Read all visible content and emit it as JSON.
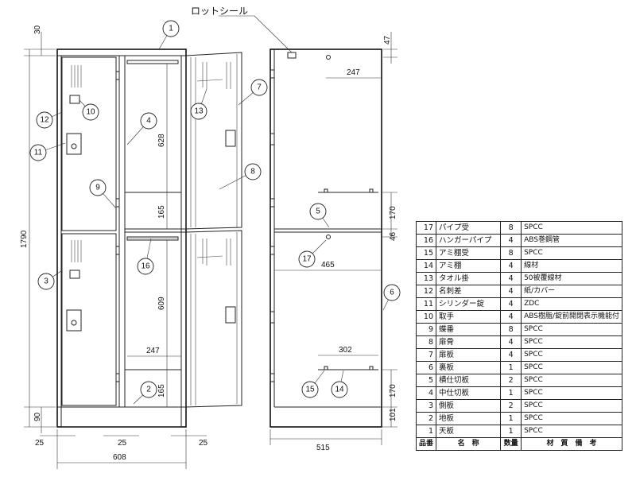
{
  "labels": {
    "lot_seal": "ロットシール"
  },
  "dimensions": {
    "top_30": "30",
    "total_height": "1790",
    "bottom_90": "90",
    "left_25": "25",
    "mid_25": "25",
    "right_25": "25",
    "width_608": "608",
    "d628": "628",
    "d165_upper": "165",
    "d609": "609",
    "d247_front": "247",
    "d165_lower": "165",
    "top_47": "47",
    "d247_side": "247",
    "d170_upper": "170",
    "d46": "46",
    "d465": "465",
    "d302": "302",
    "d170_lower": "170",
    "d101": "101",
    "depth_515": "515"
  },
  "callouts": [
    "1",
    "4",
    "7",
    "10",
    "12",
    "11",
    "9",
    "13",
    "8",
    "3",
    "16",
    "2",
    "5",
    "17",
    "6",
    "15",
    "14"
  ],
  "parts_table": {
    "header": {
      "no": "品番",
      "name": "名　称",
      "qty": "数量",
      "material": "材　質　備　考"
    },
    "rows": [
      {
        "no": "17",
        "name": "パイプ受",
        "qty": "8",
        "material": "SPCC"
      },
      {
        "no": "16",
        "name": "ハンガーパイプ",
        "qty": "4",
        "material": "ABS巻鋼管"
      },
      {
        "no": "15",
        "name": "アミ棚受",
        "qty": "8",
        "material": "SPCC"
      },
      {
        "no": "14",
        "name": "アミ棚",
        "qty": "4",
        "material": "線材"
      },
      {
        "no": "13",
        "name": "タオル掛",
        "qty": "4",
        "material": "50被覆線材"
      },
      {
        "no": "12",
        "name": "名刺差",
        "qty": "4",
        "material": "紙/カバー"
      },
      {
        "no": "11",
        "name": "シリンダー錠",
        "qty": "4",
        "material": "ZDC"
      },
      {
        "no": "10",
        "name": "取手",
        "qty": "4",
        "material": "ABS樹脂/錠前開閉表示機能付"
      },
      {
        "no": "9",
        "name": "蝶番",
        "qty": "8",
        "material": "SPCC"
      },
      {
        "no": "8",
        "name": "扉骨",
        "qty": "4",
        "material": "SPCC"
      },
      {
        "no": "7",
        "name": "扉板",
        "qty": "4",
        "material": "SPCC"
      },
      {
        "no": "6",
        "name": "裏板",
        "qty": "1",
        "material": "SPCC"
      },
      {
        "no": "5",
        "name": "横仕切板",
        "qty": "2",
        "material": "SPCC"
      },
      {
        "no": "4",
        "name": "中仕切板",
        "qty": "1",
        "material": "SPCC"
      },
      {
        "no": "3",
        "name": "側板",
        "qty": "2",
        "material": "SPCC"
      },
      {
        "no": "2",
        "name": "地板",
        "qty": "1",
        "material": "SPCC"
      },
      {
        "no": "1",
        "name": "天板",
        "qty": "1",
        "material": "SPCC"
      }
    ]
  }
}
